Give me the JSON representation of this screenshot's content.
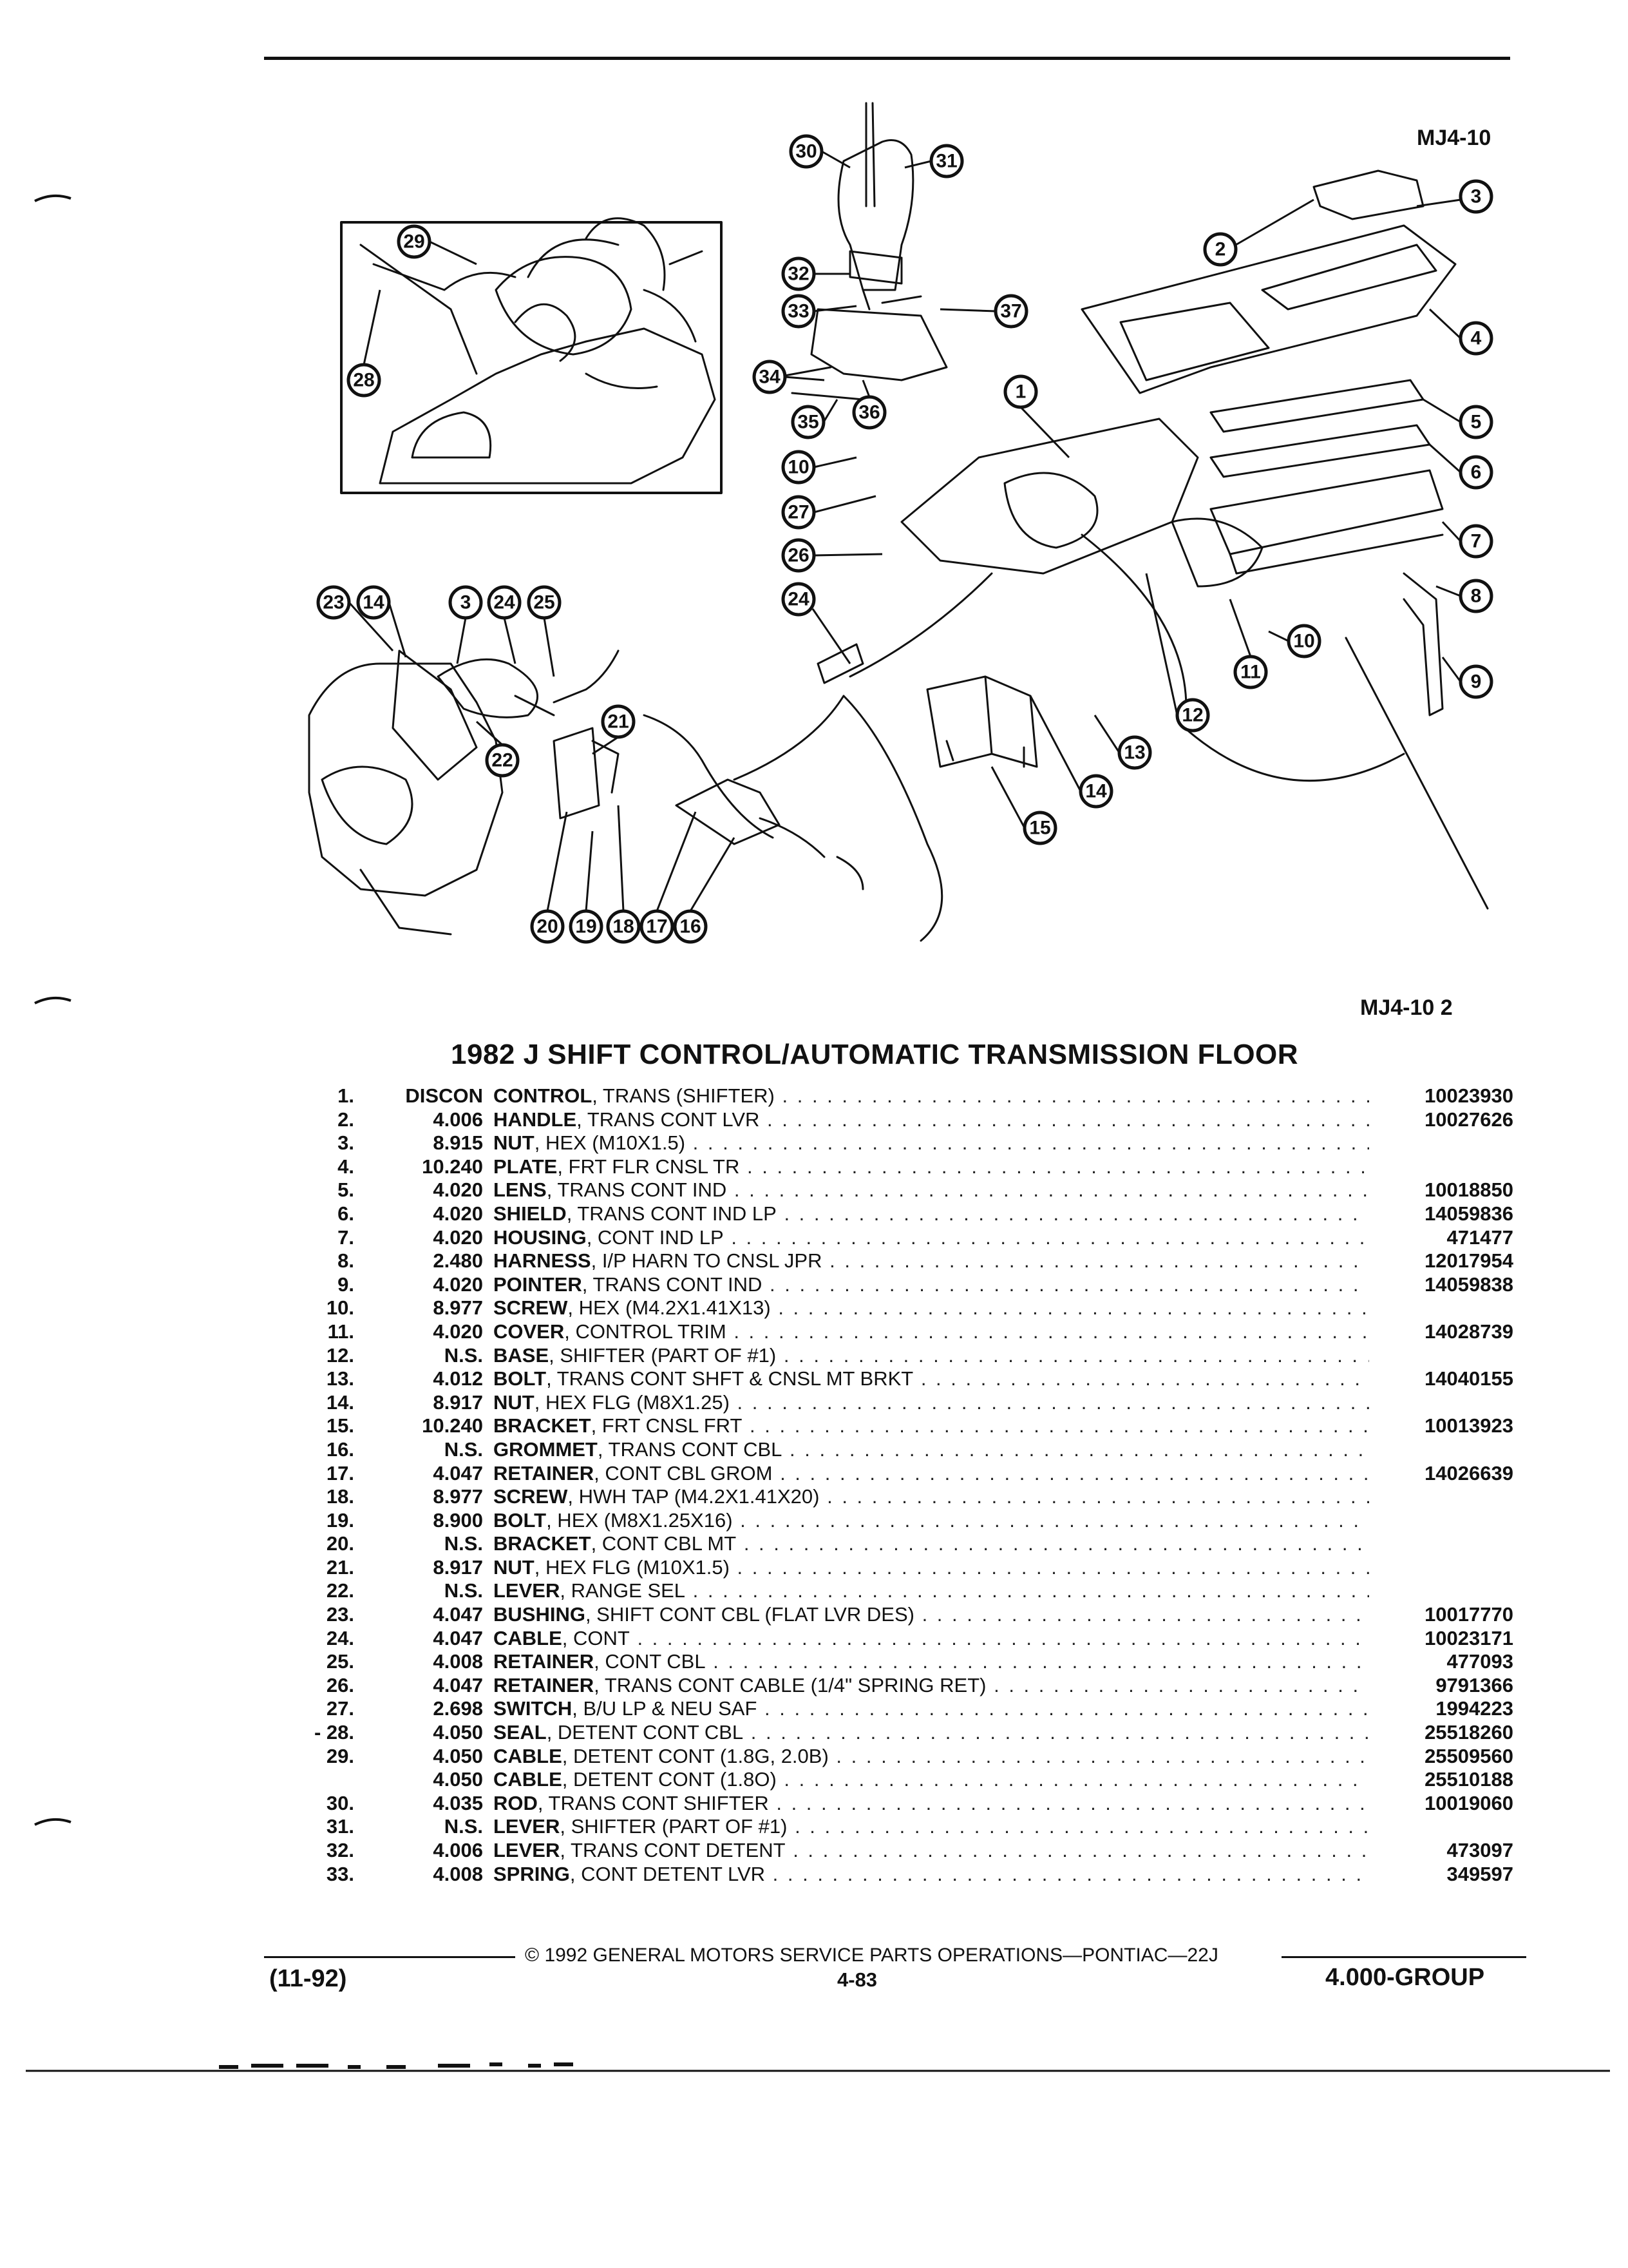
{
  "header": {
    "ref_top": "MJ4-10",
    "ref_bottom": "MJ4-10  2"
  },
  "title": "1982 J SHIFT CONTROL/AUTOMATIC TRANSMISSION FLOOR",
  "callouts": {
    "c1": "1",
    "c2": "2",
    "c3": "3",
    "c3b": "3",
    "c4": "4",
    "c5": "5",
    "c6": "6",
    "c7": "7",
    "c8": "8",
    "c9": "9",
    "c10": "10",
    "c10b": "10",
    "c11": "11",
    "c12": "12",
    "c13": "13",
    "c14": "14",
    "c14b": "14",
    "c15": "15",
    "c16": "16",
    "c17": "17",
    "c18": "18",
    "c19": "19",
    "c20": "20",
    "c21": "21",
    "c22": "22",
    "c23": "23",
    "c24": "24",
    "c24b": "24",
    "c25": "25",
    "c26": "26",
    "c27": "27",
    "c28": "28",
    "c29": "29",
    "c30": "30",
    "c31": "31",
    "c32": "32",
    "c33": "33",
    "c34": "34",
    "c35": "35",
    "c36": "36",
    "c37": "37"
  },
  "parts": [
    {
      "num": "1.",
      "group": "DISCON",
      "name": "CONTROL",
      "desc": ", TRANS (SHIFTER)",
      "pn": "10023930"
    },
    {
      "num": "2.",
      "group": "4.006",
      "name": "HANDLE",
      "desc": ", TRANS CONT LVR",
      "pn": "10027626"
    },
    {
      "num": "3.",
      "group": "8.915",
      "name": "NUT",
      "desc": ", HEX (M10X1.5)",
      "pn": ""
    },
    {
      "num": "4.",
      "group": "10.240",
      "name": "PLATE",
      "desc": ", FRT FLR CNSL TR",
      "pn": ""
    },
    {
      "num": "5.",
      "group": "4.020",
      "name": "LENS",
      "desc": ", TRANS CONT IND",
      "pn": "10018850"
    },
    {
      "num": "6.",
      "group": "4.020",
      "name": "SHIELD",
      "desc": ", TRANS CONT IND LP",
      "pn": "14059836"
    },
    {
      "num": "7.",
      "group": "4.020",
      "name": "HOUSING",
      "desc": ", CONT IND LP",
      "pn": "471477"
    },
    {
      "num": "8.",
      "group": "2.480",
      "name": "HARNESS",
      "desc": ", I/P HARN TO CNSL JPR",
      "pn": "12017954"
    },
    {
      "num": "9.",
      "group": "4.020",
      "name": "POINTER",
      "desc": ", TRANS CONT IND",
      "pn": "14059838"
    },
    {
      "num": "10.",
      "group": "8.977",
      "name": "SCREW",
      "desc": ", HEX (M4.2X1.41X13)",
      "pn": ""
    },
    {
      "num": "11.",
      "group": "4.020",
      "name": "COVER",
      "desc": ", CONTROL TRIM",
      "pn": "14028739"
    },
    {
      "num": "12.",
      "group": "N.S.",
      "name": "BASE",
      "desc": ", SHIFTER (PART OF #1)",
      "pn": ""
    },
    {
      "num": "13.",
      "group": "4.012",
      "name": "BOLT",
      "desc": ", TRANS CONT SHFT & CNSL MT BRKT",
      "pn": "14040155"
    },
    {
      "num": "14.",
      "group": "8.917",
      "name": "NUT",
      "desc": ", HEX FLG (M8X1.25)",
      "pn": ""
    },
    {
      "num": "15.",
      "group": "10.240",
      "name": "BRACKET",
      "desc": ", FRT CNSL FRT",
      "pn": "10013923"
    },
    {
      "num": "16.",
      "group": "N.S.",
      "name": "GROMMET",
      "desc": ", TRANS CONT CBL",
      "pn": ""
    },
    {
      "num": "17.",
      "group": "4.047",
      "name": "RETAINER",
      "desc": ", CONT CBL GROM",
      "pn": "14026639"
    },
    {
      "num": "18.",
      "group": "8.977",
      "name": "SCREW",
      "desc": ", HWH TAP (M4.2X1.41X20)",
      "pn": ""
    },
    {
      "num": "19.",
      "group": "8.900",
      "name": "BOLT",
      "desc": ", HEX (M8X1.25X16)",
      "pn": ""
    },
    {
      "num": "20.",
      "group": "N.S.",
      "name": "BRACKET",
      "desc": ", CONT CBL MT",
      "pn": ""
    },
    {
      "num": "21.",
      "group": "8.917",
      "name": "NUT",
      "desc": ", HEX FLG (M10X1.5)",
      "pn": ""
    },
    {
      "num": "22.",
      "group": "N.S.",
      "name": "LEVER",
      "desc": ", RANGE SEL",
      "pn": ""
    },
    {
      "num": "23.",
      "group": "4.047",
      "name": "BUSHING",
      "desc": ", SHIFT CONT CBL (FLAT LVR DES)",
      "pn": "10017770"
    },
    {
      "num": "24.",
      "group": "4.047",
      "name": "CABLE",
      "desc": ", CONT",
      "pn": "10023171"
    },
    {
      "num": "25.",
      "group": "4.008",
      "name": "RETAINER",
      "desc": ", CONT CBL",
      "pn": "477093"
    },
    {
      "num": "26.",
      "group": "4.047",
      "name": "RETAINER",
      "desc": ", TRANS CONT CABLE (1/4\" SPRING RET)",
      "pn": "9791366"
    },
    {
      "num": "27.",
      "group": "2.698",
      "name": "SWITCH",
      "desc": ", B/U LP & NEU SAF",
      "pn": "1994223"
    },
    {
      "num": "- 28.",
      "group": "4.050",
      "name": "SEAL",
      "desc": ", DETENT CONT CBL",
      "pn": "25518260"
    },
    {
      "num": "29.",
      "group": "4.050",
      "name": "CABLE",
      "desc": ", DETENT CONT (1.8G, 2.0B)",
      "pn": "25509560"
    },
    {
      "num": "",
      "group": "4.050",
      "name": "CABLE",
      "desc": ", DETENT CONT (1.8O)",
      "pn": "25510188"
    },
    {
      "num": "30.",
      "group": "4.035",
      "name": "ROD",
      "desc": ", TRANS CONT SHIFTER",
      "pn": "10019060"
    },
    {
      "num": "31.",
      "group": "N.S.",
      "name": "LEVER",
      "desc": ", SHIFTER (PART OF #1)",
      "pn": ""
    },
    {
      "num": "32.",
      "group": "4.006",
      "name": "LEVER",
      "desc": ", TRANS CONT DETENT",
      "pn": "473097"
    },
    {
      "num": "33.",
      "group": "4.008",
      "name": "SPRING",
      "desc": ", CONT DETENT LVR",
      "pn": "349597"
    }
  ],
  "footer": {
    "copyright": "© 1992 GENERAL MOTORS SERVICE PARTS OPERATIONS—PONTIAC—22J",
    "date": "(11-92)",
    "page": "4-83",
    "group": "4.000-GROUP"
  }
}
